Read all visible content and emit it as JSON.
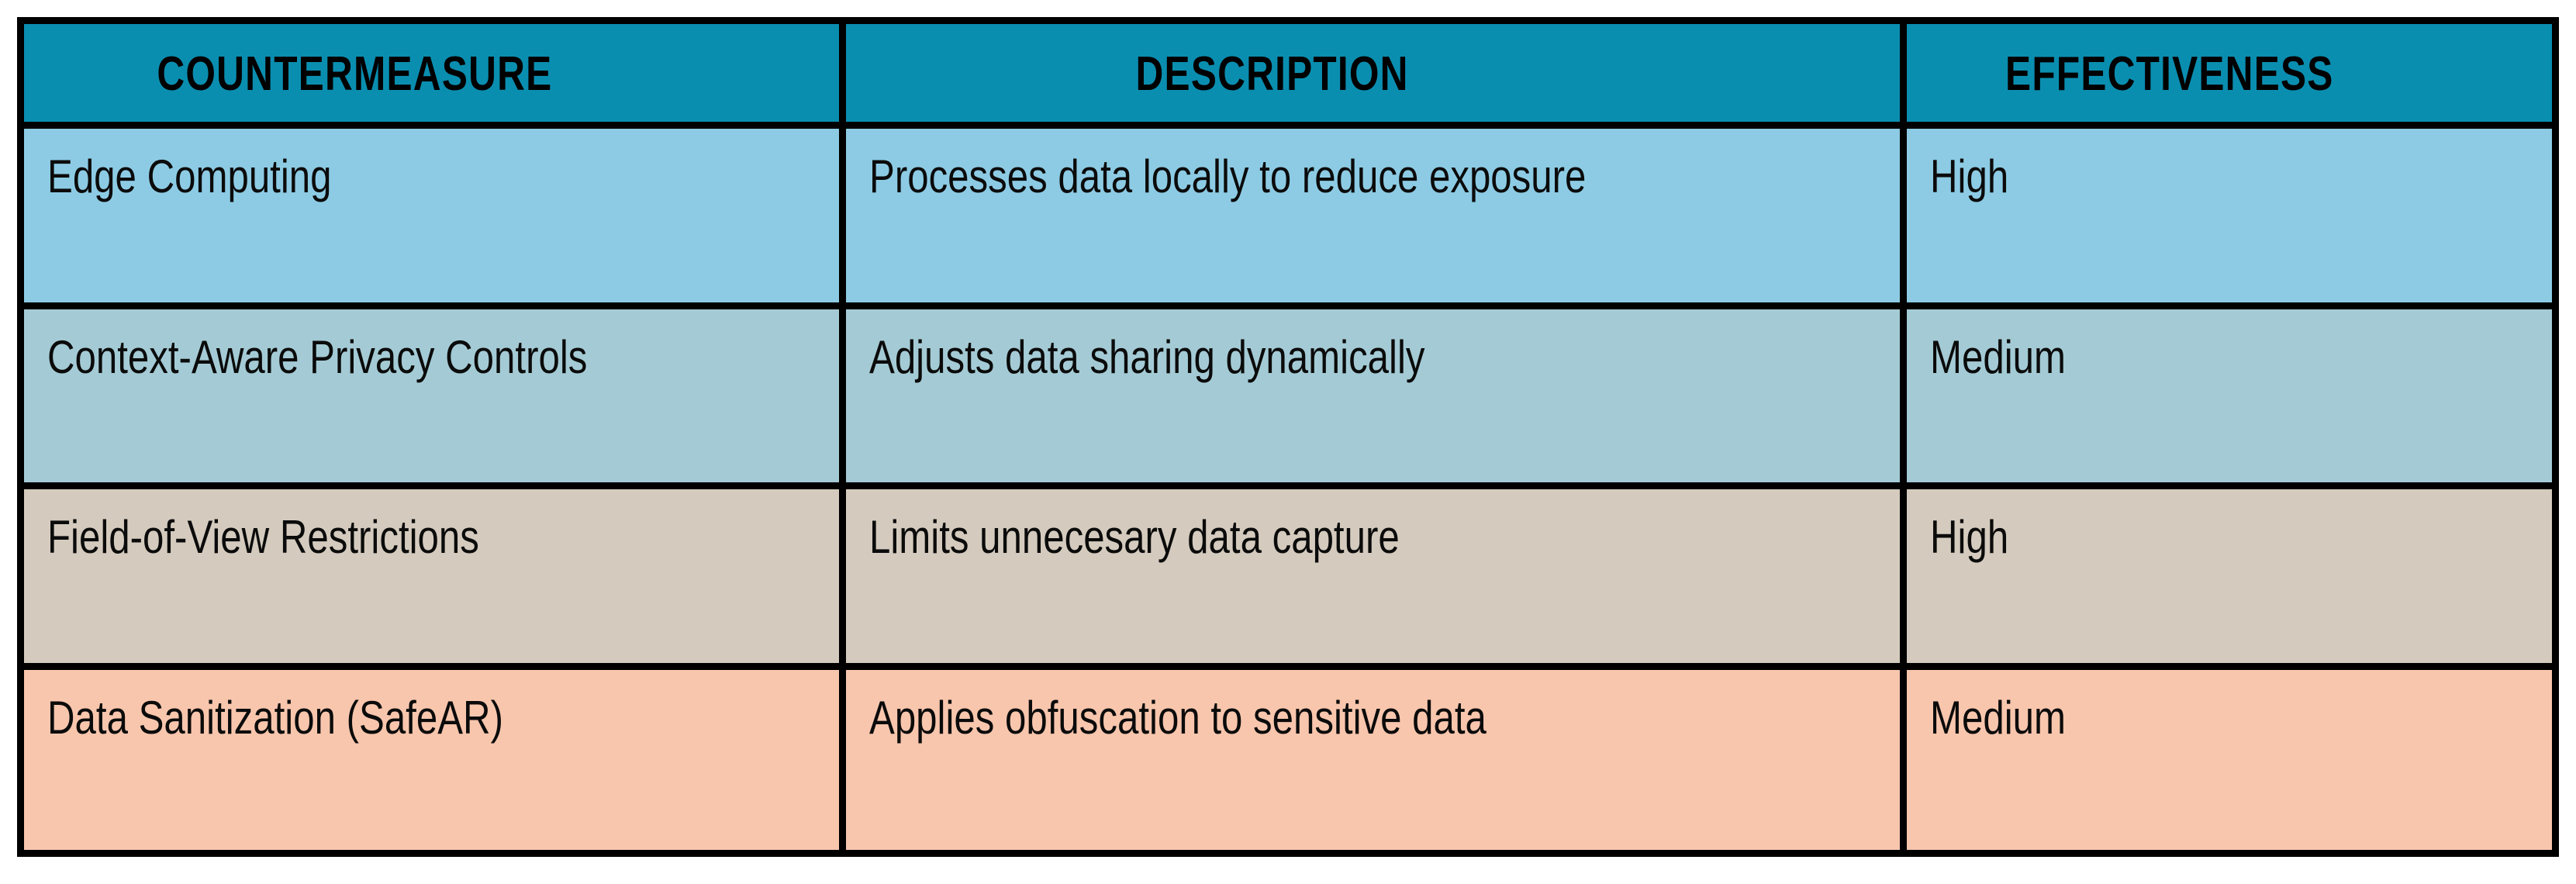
{
  "table": {
    "columns": [
      {
        "key": "countermeasure",
        "label": "COUNTERMEASURE"
      },
      {
        "key": "description",
        "label": "DESCRIPTION"
      },
      {
        "key": "effectiveness",
        "label": "EFFECTIVENESS"
      }
    ],
    "rows": [
      {
        "countermeasure": "Edge Computing",
        "description": "Processes data locally to reduce exposure",
        "effectiveness": "High",
        "row_color": "#8DCBE4"
      },
      {
        "countermeasure": "Context-Aware Privacy Controls",
        "description": "Adjusts data sharing dynamically",
        "effectiveness": "Medium",
        "row_color": "#A4CBD5"
      },
      {
        "countermeasure": "Field-of-View Restrictions",
        "description": "Limits unnecesary data capture",
        "effectiveness": "High",
        "row_color": "#D4CBBE"
      },
      {
        "countermeasure": "Data Sanitization (SafeAR)",
        "description": "Applies obfuscation to sensitive data",
        "effectiveness": "Medium",
        "row_color": "#F8C6AD"
      }
    ],
    "colors": {
      "header_background": "#0A8EB0",
      "header_text": "#000000",
      "border": "#000000",
      "body_text": "#0B0B0B",
      "page_background": "#FFFFFF"
    }
  }
}
